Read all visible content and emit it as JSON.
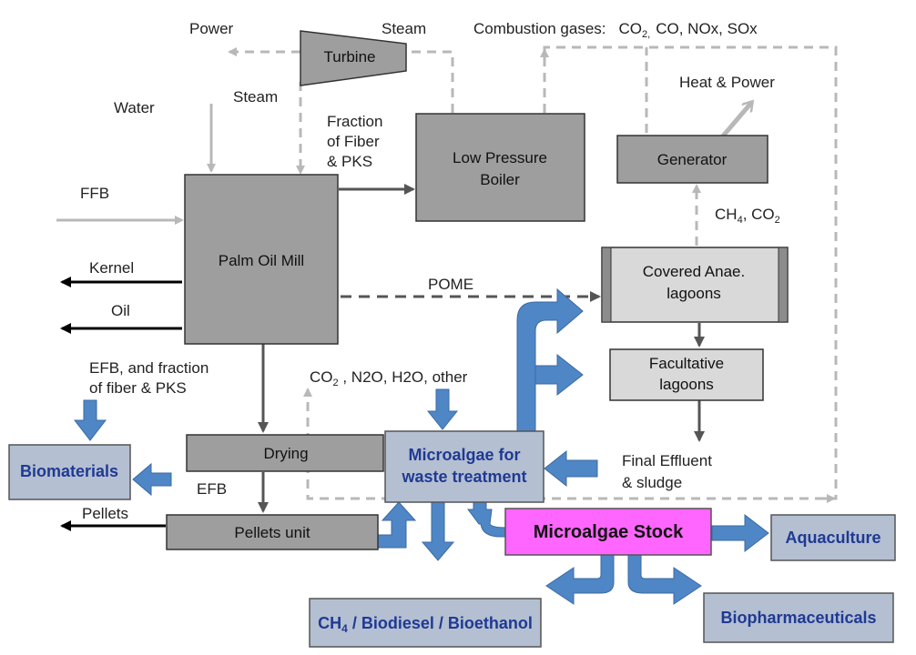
{
  "labels": {
    "power": "Power",
    "steam_top": "Steam",
    "steam_left": "Steam",
    "combustion_prefix": "Combustion gases:",
    "combustion_co2_main": "CO",
    "combustion_co2_sub": "2,",
    "combustion_rest": "CO, NOx, SOx",
    "water": "Water",
    "ffb": "FFB",
    "fraction_1": "Fraction",
    "fraction_2": "of Fiber",
    "fraction_3": "& PKS",
    "heat_power": "Heat & Power",
    "ch4_main": "CH",
    "ch4_sub": "4",
    "ch4_rest": ", CO",
    "ch4_co2_sub": "2",
    "kernel": "Kernel",
    "oil": "Oil",
    "pome": "POME",
    "efb_fraction_1": "EFB, and fraction",
    "efb_fraction_2": "of fiber & PKS",
    "gases_co2": "CO",
    "gases_co2_sub": "2",
    "gases_rest": " , N2O, H2O, other",
    "efb": "EFB",
    "pellets": "Pellets",
    "final_effluent_1": "Final Effluent",
    "final_effluent_2": "& sludge"
  },
  "boxes": {
    "turbine": "Turbine",
    "boiler_1": "Low Pressure",
    "boiler_2": "Boiler",
    "generator": "Generator",
    "palm_oil_mill": "Palm Oil Mill",
    "covered_1": "Covered Anae.",
    "covered_2": "lagoons",
    "facultative_1": "Facultative",
    "facultative_2": "lagoons",
    "drying": "Drying",
    "pellets_unit": "Pellets unit",
    "microalgae_waste_1": "Microalgae for",
    "microalgae_waste_2": "waste treatment",
    "microalgae_stock": "Microalgae Stock",
    "biomaterials": "Biomaterials",
    "aquaculture": "Aquaculture",
    "biofuels_ch": "CH",
    "biofuels_sub": "4",
    "biofuels_rest": " / Biodiesel / Bioethanol",
    "biopharmaceuticals": "Biopharmaceuticals"
  },
  "colors": {
    "process_box": "#9e9e9e",
    "lagoon_box": "#d9d9d9",
    "blue_box": "#b4bfd2",
    "blue_text": "#1f3a93",
    "blue_arrow": "#4f86c6",
    "stock_box": "#ff66ff",
    "dashed_gray": "#b8b8b8",
    "dark_line": "#555555"
  }
}
